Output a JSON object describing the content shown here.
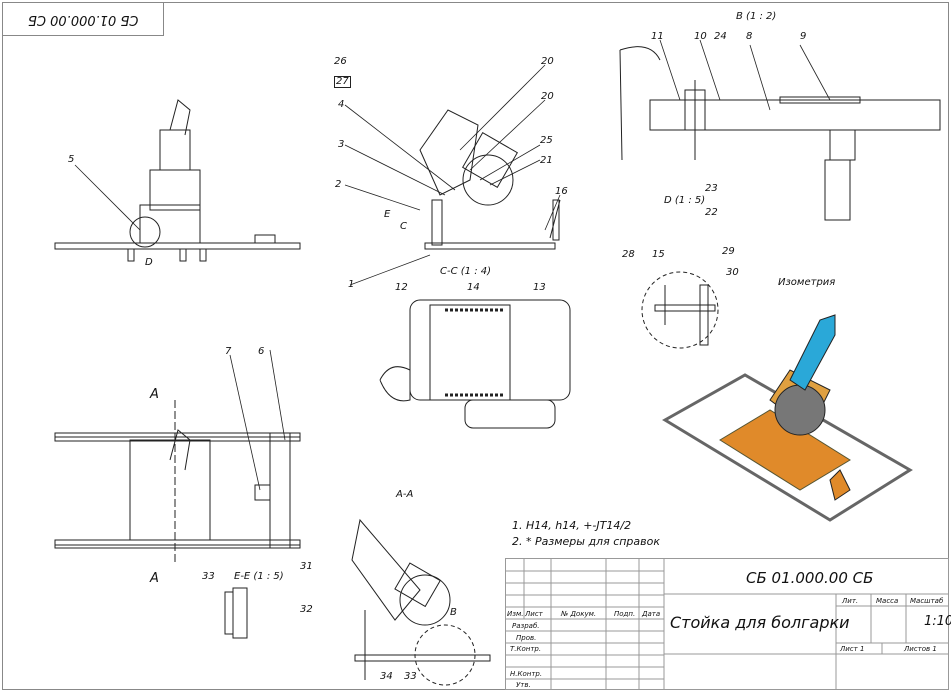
{
  "corner_stamp": "СБ 01.000.00 СБ",
  "views": {
    "view_b": "В (1 : 2)",
    "view_d": "D (1 : 5)",
    "view_cc": "C-C (1 : 4)",
    "view_iso": "Изометрия",
    "view_aa": "A-A",
    "view_ee": "E-E (1 : 5)",
    "mark_a": "A",
    "mark_c": "C",
    "mark_e": "E",
    "mark_d": "D",
    "mark_b": "B"
  },
  "callouts": [
    "1",
    "2",
    "3",
    "4",
    "5",
    "6",
    "7",
    "8",
    "9",
    "10",
    "11",
    "12",
    "13",
    "14",
    "15",
    "16",
    "20",
    "20",
    "21",
    "22",
    "23",
    "24",
    "25",
    "26",
    "27",
    "28",
    "29",
    "30",
    "31",
    "32",
    "33",
    "33",
    "34"
  ],
  "notes": [
    "1. H14, h14, +-JT14/2",
    "2. * Размеры для справок"
  ],
  "title_block": {
    "designation": "СБ 01.000.00 СБ",
    "title": "Стойка для болгарки",
    "headers": {
      "izm": "Изм.",
      "list": "Лист",
      "doc": "№ Докум.",
      "sign": "Подп.",
      "date": "Дата"
    },
    "roles": [
      "Разраб.",
      "Пров.",
      "Т.Контр.",
      "Н.Контр.",
      "Утв."
    ],
    "lit": "Лит.",
    "mass": "Масса",
    "scale_label": "Масштаб",
    "scale": "1:10",
    "sheet": "Лист 1",
    "sheets": "Листов 1"
  },
  "colors": {
    "tool_body": "#2aa8d8",
    "frame_orange": "#e08a2a",
    "line": "#222222"
  }
}
